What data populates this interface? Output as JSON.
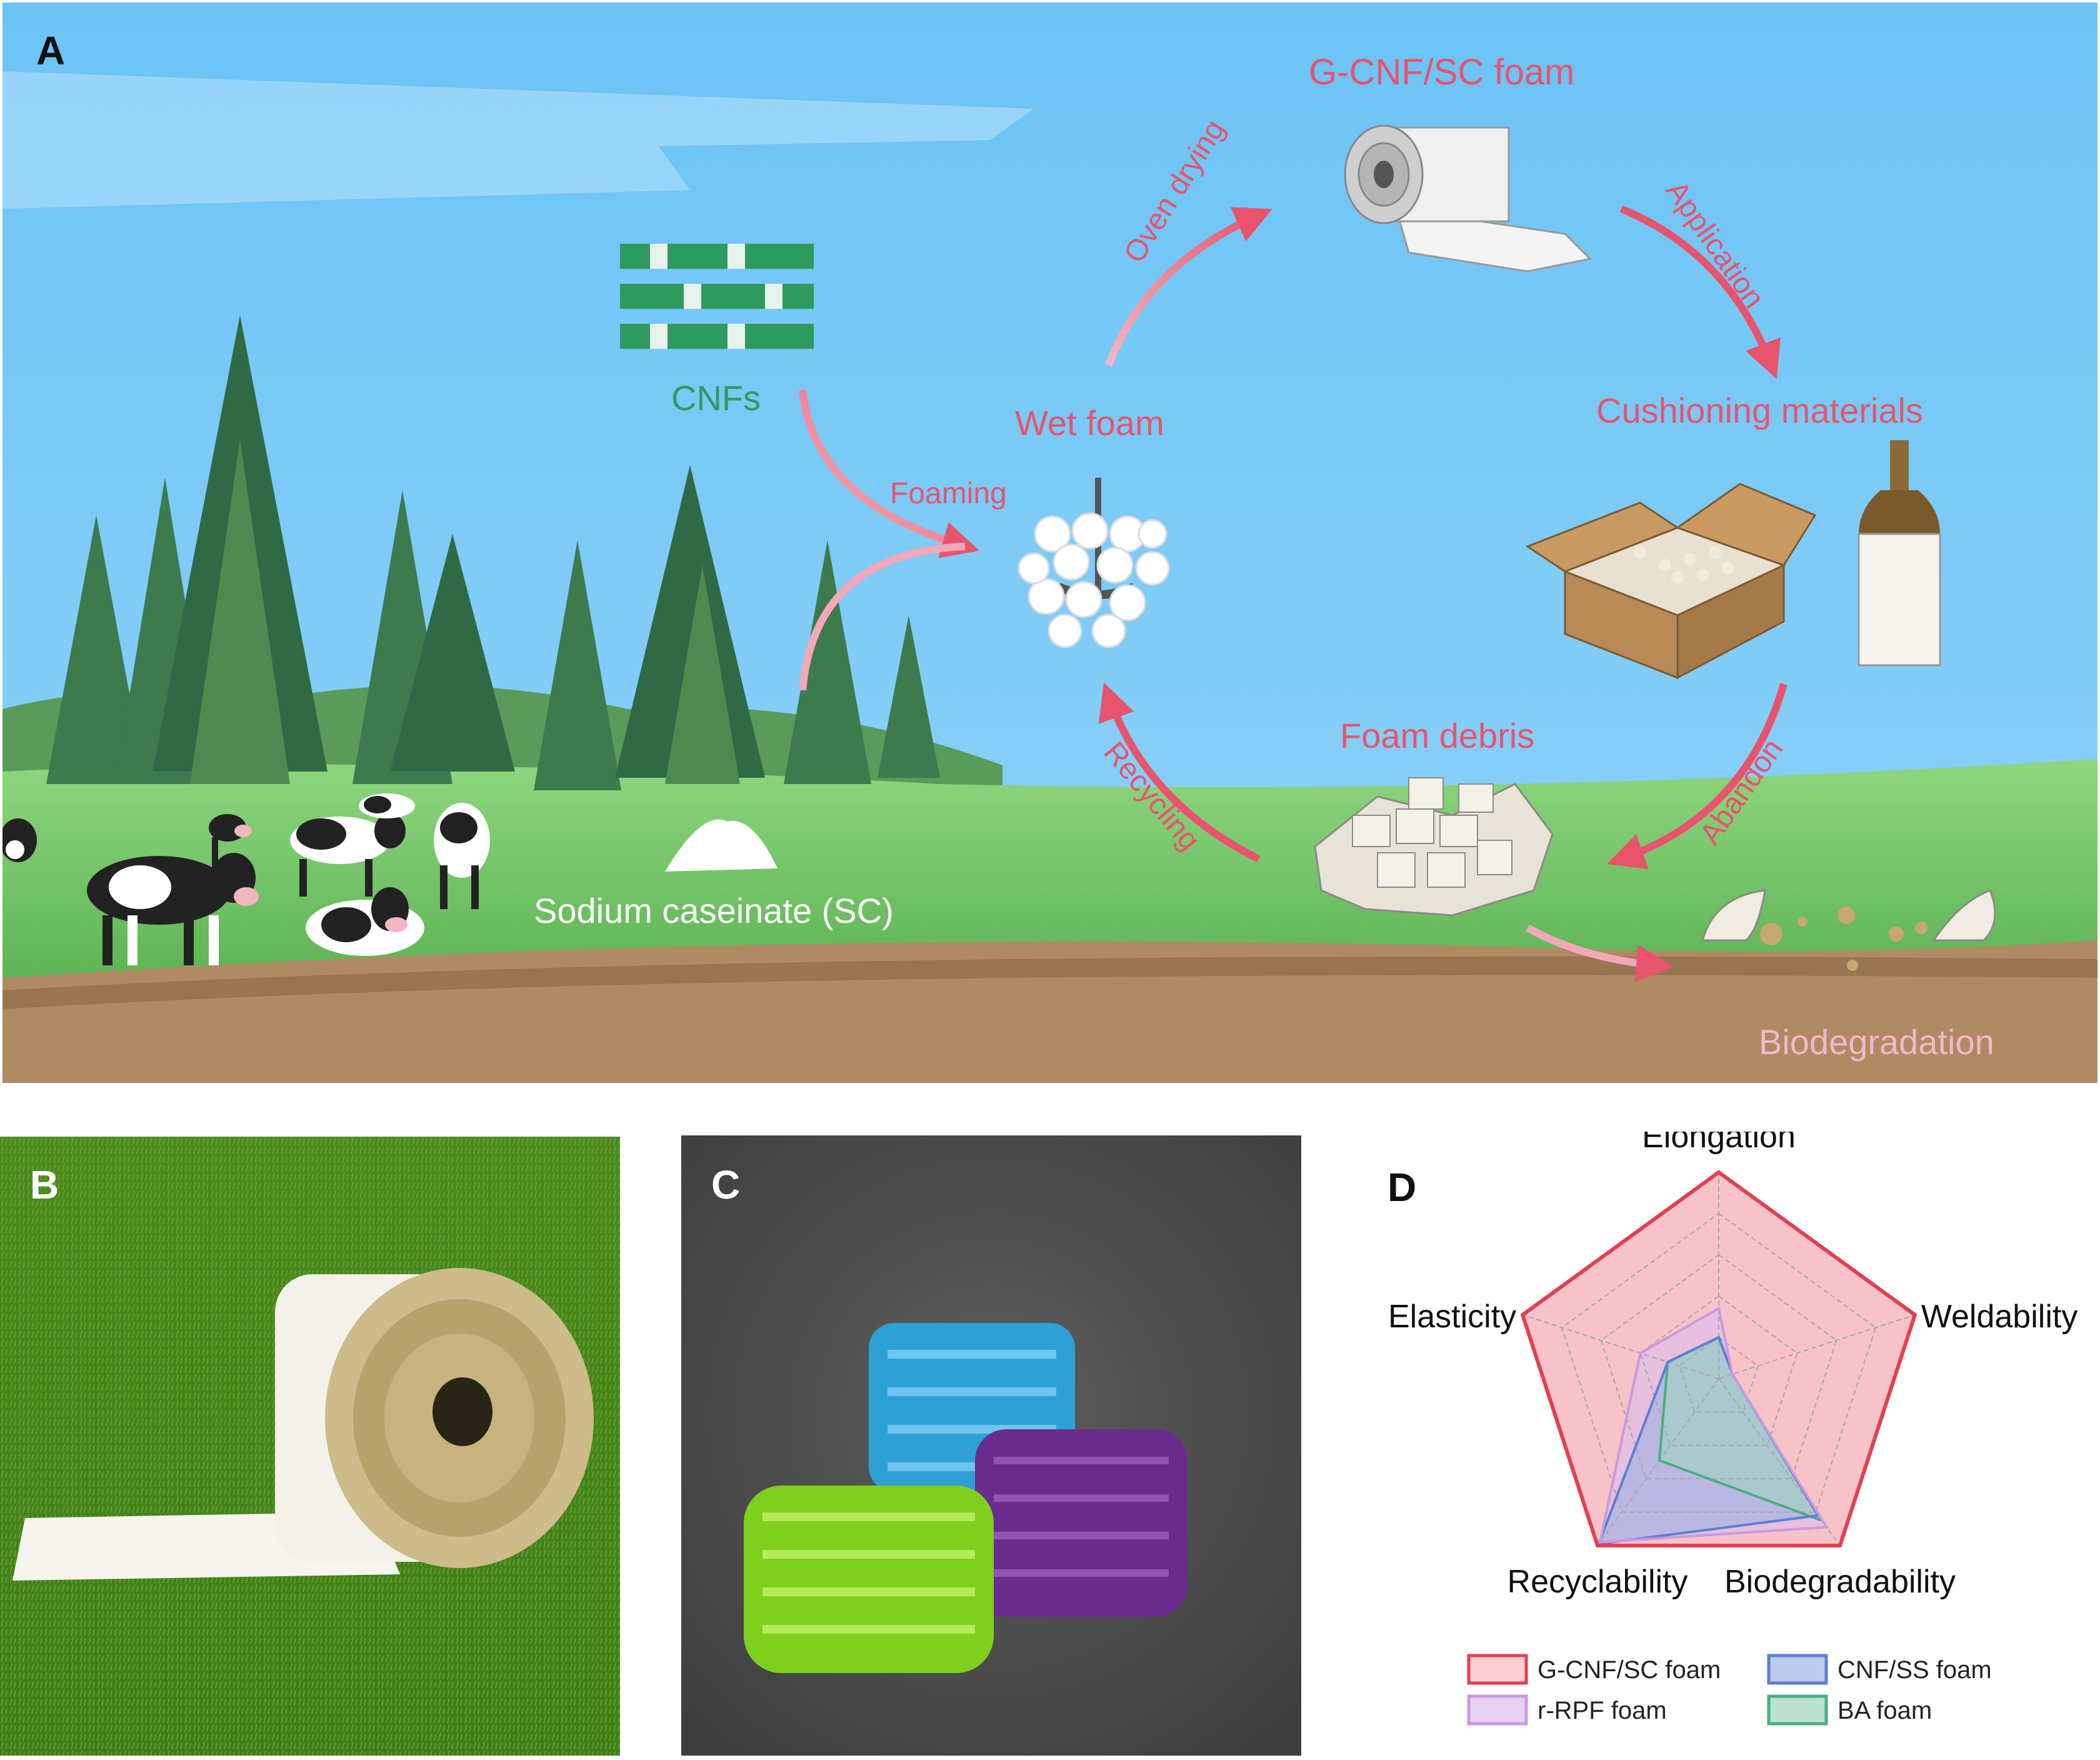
{
  "panels": {
    "a": {
      "label": "A",
      "texts": {
        "foam_product": "G-CNF/SC foam",
        "cnfs": "CNFs",
        "wet_foam": "Wet foam",
        "foaming": "Foaming",
        "oven_drying": "Oven drying",
        "application": "Application",
        "cushioning": "Cushioning  materials",
        "foam_debris": "Foam  debris",
        "recycling": "Recycling",
        "abandon": "Abandon",
        "sodium_caseinate": "Sodium  caseinate  (SC)",
        "biodegradation": "Biodegradation"
      }
    },
    "b": {
      "label": "B"
    },
    "c": {
      "label": "C"
    },
    "d": {
      "label": "D",
      "axes": [
        "Elongation",
        "Weldability",
        "Biodegradability",
        "Recyclability",
        "Elasticity"
      ],
      "legend": [
        "G-CNF/SC foam",
        "CNF/SS foam",
        "r-RPF foam",
        "BA foam"
      ]
    }
  },
  "chart_data": {
    "type": "radar",
    "axes": [
      "Elongation",
      "Weldability",
      "Biodegradability",
      "Recyclability",
      "Elasticity"
    ],
    "range": [
      0,
      5
    ],
    "rings": 5,
    "series": [
      {
        "name": "G-CNF/SC foam",
        "color": "#e2404f",
        "fill": "#f6b9c0",
        "values": [
          5,
          5,
          5,
          5,
          5
        ]
      },
      {
        "name": "r-RPF foam",
        "color": "#c99ae0",
        "fill": "#dcbcee",
        "values": [
          1.7,
          0.35,
          4.45,
          4.9,
          2.0
        ]
      },
      {
        "name": "CNF/SS foam",
        "color": "#5b7fd6",
        "fill": "#9fb3e6",
        "values": [
          1.0,
          0.35,
          4.1,
          4.95,
          1.3
        ]
      },
      {
        "name": "BA foam",
        "color": "#4aad83",
        "fill": "#9fd6bf",
        "values": [
          1.0,
          0.35,
          4.25,
          2.45,
          1.3
        ]
      }
    ]
  }
}
